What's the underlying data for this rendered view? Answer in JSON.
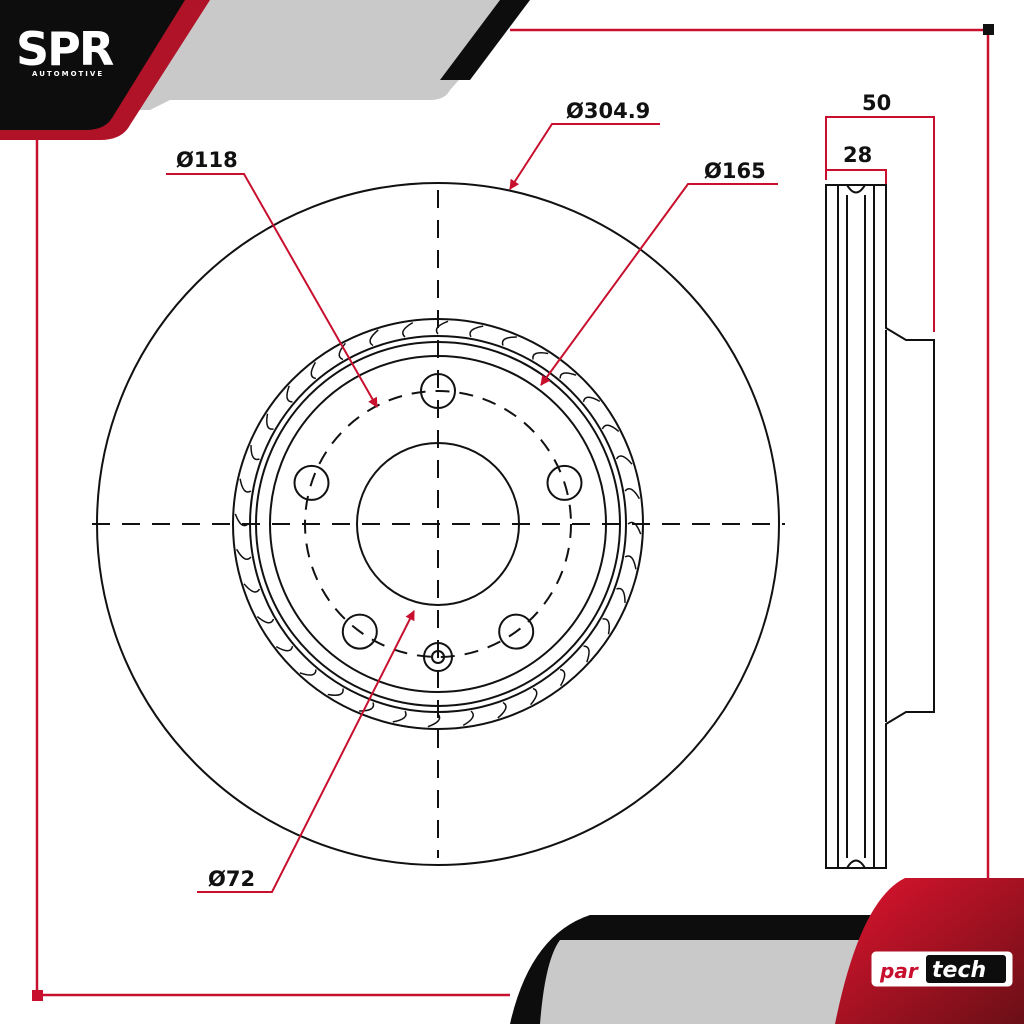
{
  "brand": {
    "name": "SPR",
    "subtitle": "AUTOMOTIVE"
  },
  "partner": {
    "prefix": "par",
    "suffix": "tech"
  },
  "dimensions": {
    "outer_diameter": "Ø304.9",
    "bolt_circle": "Ø118",
    "hub_ring": "Ø165",
    "center_bore": "Ø72",
    "overall_height": "50",
    "thickness": "28"
  },
  "colors": {
    "accent": "#c8102e",
    "dark": "#111111",
    "grey": "#c8c8c8"
  }
}
